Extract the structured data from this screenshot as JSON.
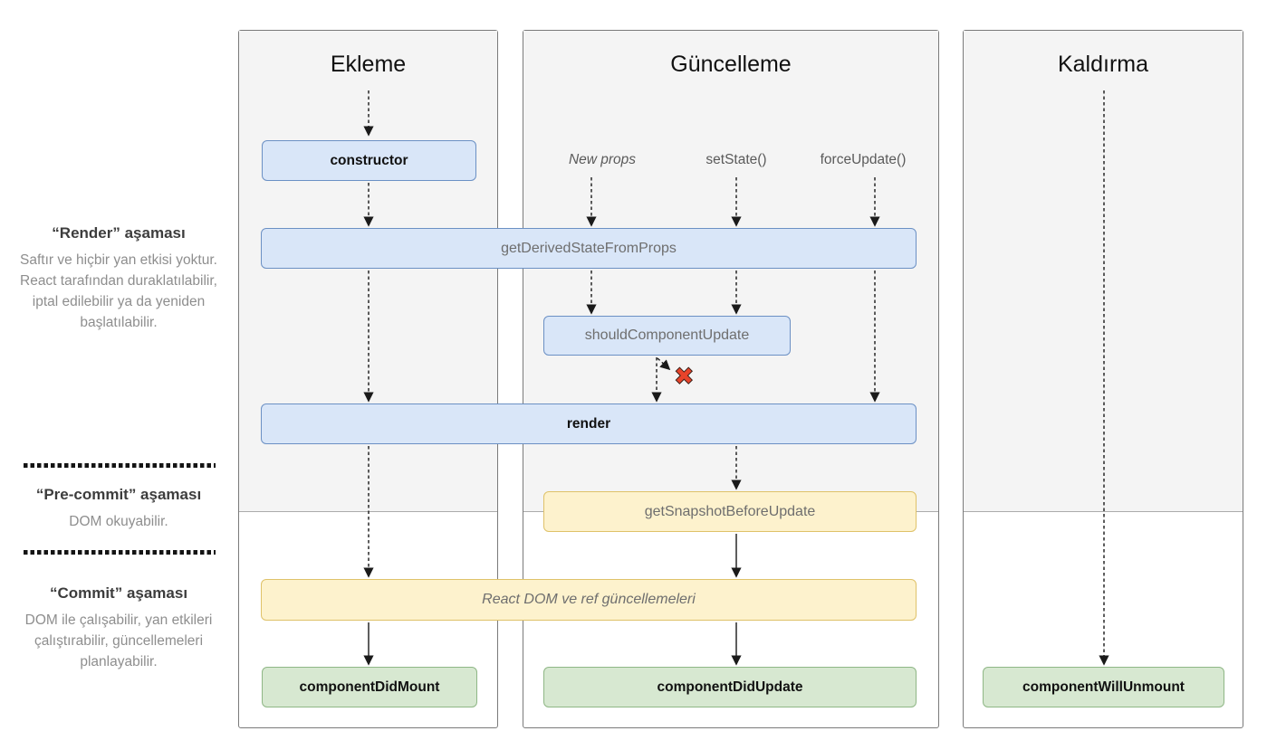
{
  "sidebar": {
    "phases": [
      {
        "title": "“Render” aşaması",
        "description": "Saftır ve hiçbir yan etkisi yoktur. React tarafından duraklatılabilir, iptal edilebilir ya da yeniden başlatılabilir."
      },
      {
        "title": "“Pre-commit” aşaması",
        "description": "DOM okuyabilir."
      },
      {
        "title": "“Commit” aşaması",
        "description": "DOM ile çalışabilir, yan etkileri çalıştırabilir, güncellemeleri planlayabilir."
      }
    ]
  },
  "columns": {
    "mounting": {
      "title": "Ekleme"
    },
    "updating": {
      "title": "Güncelleme"
    },
    "unmounting": {
      "title": "Kaldırma"
    }
  },
  "triggers": {
    "new_props": "New props",
    "set_state": "setState()",
    "force_update": "forceUpdate()"
  },
  "methods": {
    "constructor": "constructor",
    "get_derived_state_from_props": "getDerivedStateFromProps",
    "should_component_update": "shouldComponentUpdate",
    "render": "render",
    "get_snapshot_before_update": "getSnapshotBeforeUpdate",
    "react_dom_updates": "React DOM ve ref güncellemeleri",
    "component_did_mount": "componentDidMount",
    "component_did_update": "componentDidUpdate",
    "component_will_unmount": "componentWillUnmount"
  },
  "marks": {
    "stop": "✖"
  },
  "colors": {
    "box_blue_bg": "#d9e6f8",
    "box_blue_border": "#6b90c4",
    "box_yellow_bg": "#fdf2cd",
    "box_yellow_border": "#dfc269",
    "box_green_bg": "#d7e8d1",
    "box_green_border": "#8fb786",
    "column_bg": "#f4f4f4",
    "column_border": "#7a7a7a",
    "stop_red": "#e8432a"
  }
}
